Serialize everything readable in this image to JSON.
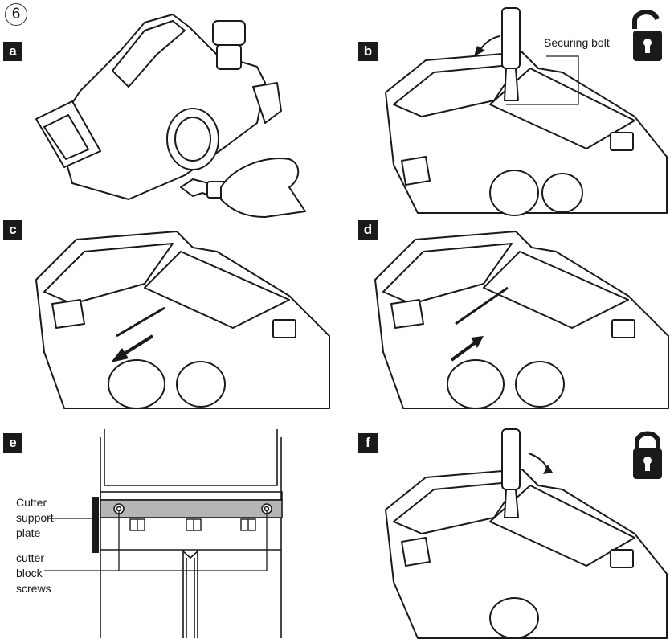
{
  "step_number": "6",
  "panels": {
    "a": {
      "letter": "a"
    },
    "b": {
      "letter": "b",
      "callout": "Securing bolt",
      "lock_icon": "unlocked-padlock-icon"
    },
    "c": {
      "letter": "c"
    },
    "d": {
      "letter": "d"
    },
    "e": {
      "letter": "e",
      "label_plate": [
        "Cutter",
        "support",
        "plate"
      ],
      "label_screws": [
        "cutter",
        "block",
        "screws"
      ]
    },
    "f": {
      "letter": "f",
      "lock_icon": "locked-padlock-icon"
    }
  },
  "colors": {
    "ink": "#1a1a1a",
    "plate_fill": "#b5b5b5"
  }
}
